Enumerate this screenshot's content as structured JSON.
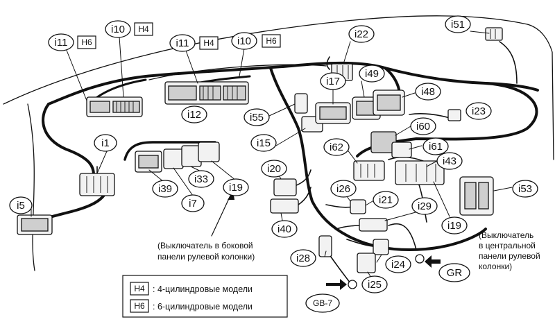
{
  "labels": {
    "i1": "i1",
    "i5": "i5",
    "i7": "i7",
    "i10a": "i10",
    "i10b": "i10",
    "i11a": "i11",
    "i11b": "i11",
    "i12": "i12",
    "i15": "i15",
    "i17": "i17",
    "i19a": "i19",
    "i19b": "i19",
    "i20": "i20",
    "i21": "i21",
    "i22": "i22",
    "i23": "i23",
    "i24": "i24",
    "i25": "i25",
    "i26": "i26",
    "i28": "i28",
    "i29": "i29",
    "i33": "i33",
    "i39": "i39",
    "i40": "i40",
    "i43": "i43",
    "i48": "i48",
    "i49": "i49",
    "i51": "i51",
    "i53": "i53",
    "i55": "i55",
    "i60": "i60",
    "i61": "i61",
    "i62": "i62"
  },
  "tags": {
    "h4": "H4",
    "h6": "H6"
  },
  "grounds": {
    "gb7": "GB-7",
    "gr": "GR"
  },
  "notes": {
    "side_switch": [
      "(Выключатель в боковой",
      "панели рулевой колонки)"
    ],
    "center_switch": [
      "(Выключатель",
      "в центральной",
      "панели рулевой",
      "колонки)"
    ]
  },
  "legend": {
    "h4_key": "H4",
    "h4_text": ":  4-цилиндровые модели",
    "h6_key": "H6",
    "h6_text": ":  6-цилиндровые модели"
  }
}
